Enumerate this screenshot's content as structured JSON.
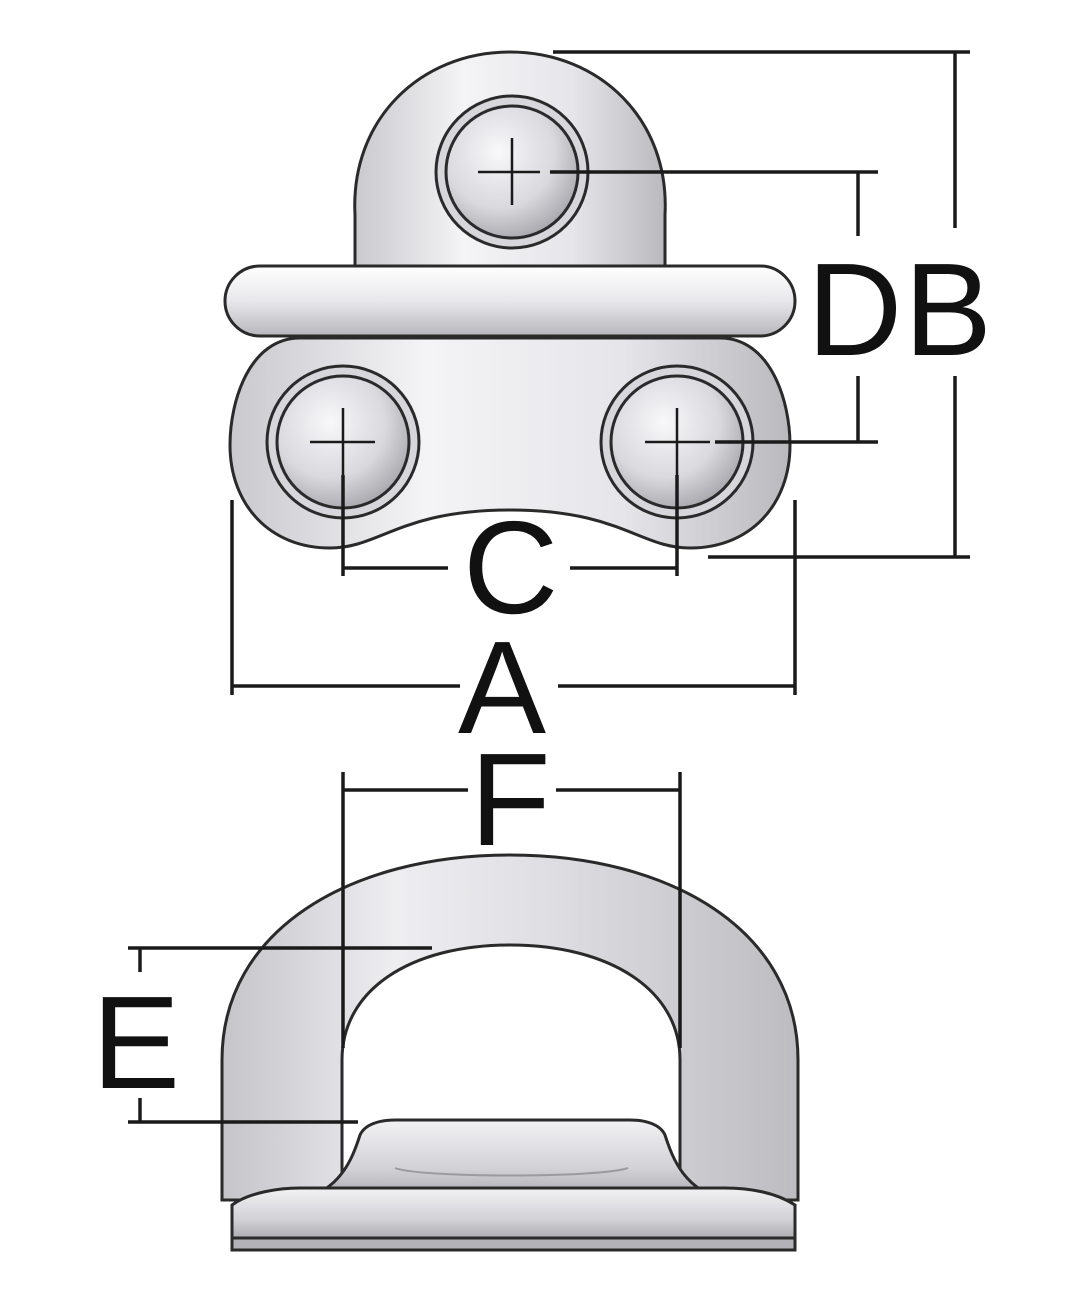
{
  "diagram": {
    "labels": {
      "a": "A",
      "b": "B",
      "c": "C",
      "d": "D",
      "e": "E",
      "f": "F"
    },
    "colors": {
      "metal_light": "#f4f4f6",
      "metal_mid": "#d8d8dc",
      "metal_dark": "#a9a9ae",
      "line": "#1a1a1a"
    }
  }
}
